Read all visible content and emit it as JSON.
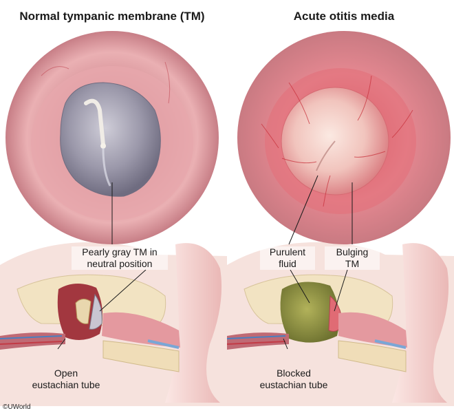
{
  "titles": {
    "left": "Normal tympanic membrane (TM)",
    "right": "Acute otitis media"
  },
  "labels": {
    "pearly_gray_line1": "Pearly gray TM in",
    "pearly_gray_line2": "neutral position",
    "open_tube_line1": "Open",
    "open_tube_line2": "eustachian tube",
    "purulent_line1": "Purulent",
    "purulent_line2": "fluid",
    "bulging_line1": "Bulging",
    "bulging_line2": "TM",
    "blocked_tube_line1": "Blocked",
    "blocked_tube_line2": "eustachian tube"
  },
  "copyright": "©UWorld",
  "colors": {
    "canal_pink": "#e8a9ad",
    "canal_dark": "#c9747c",
    "tm_gray": "#8f8d9e",
    "tm_inflamed": "#f3c8c2",
    "pus_green": "#8c8f3f",
    "bone_cream": "#f2e3c2",
    "vessel_red": "#c8323c"
  }
}
